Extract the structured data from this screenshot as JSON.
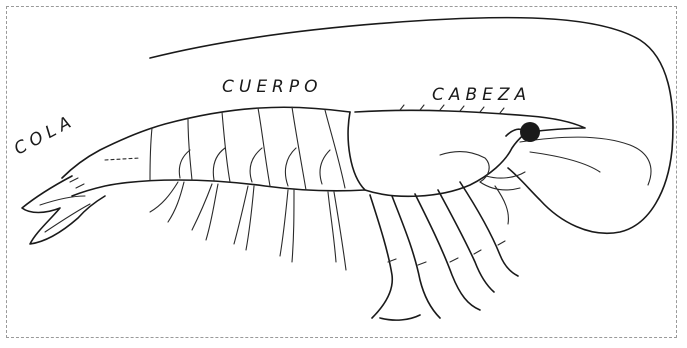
{
  "diagram": {
    "labels": {
      "tail": "COLA",
      "body": "CUERPO",
      "head": "CABEZA"
    },
    "colors": {
      "ink": "#1a1a1a",
      "background": "#ffffff",
      "frame": "#9a9a9a"
    }
  }
}
